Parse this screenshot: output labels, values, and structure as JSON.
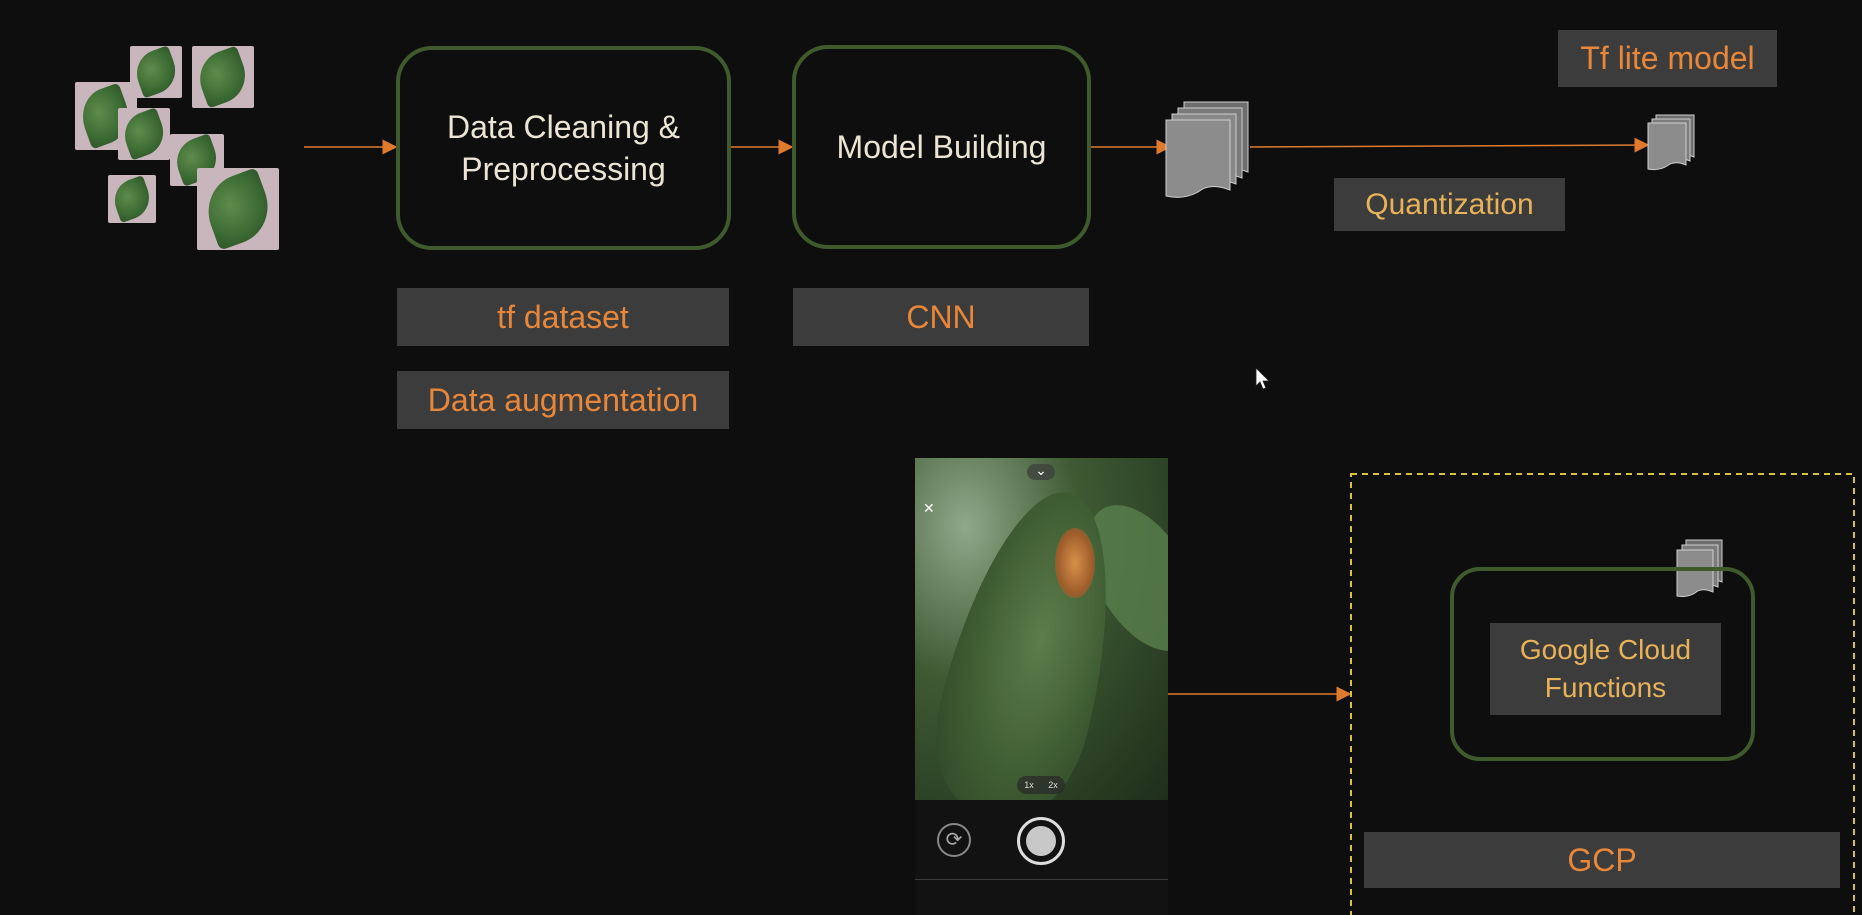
{
  "stages": {
    "data_cleaning": "Data Cleaning &\nPreprocessing",
    "model_building": "Model Building"
  },
  "tags": {
    "tf_dataset": "tf dataset",
    "data_augmentation": "Data augmentation",
    "cnn": "CNN",
    "quantization": "Quantization",
    "tf_lite_model": "Tf lite model",
    "gcf": "Google Cloud\nFunctions",
    "gcp": "GCP"
  },
  "phone": {
    "close_glyph": "✕",
    "chevron_glyph": "⌄",
    "zoom_1x": "1x",
    "zoom_2x": "2x",
    "flip_glyph": "⟳"
  },
  "colors": {
    "arrow": "#e07b2e",
    "box_border": "#3f5a2c",
    "tag_bg": "#3c3c3c",
    "gcp_dash": "#d8c23a"
  }
}
